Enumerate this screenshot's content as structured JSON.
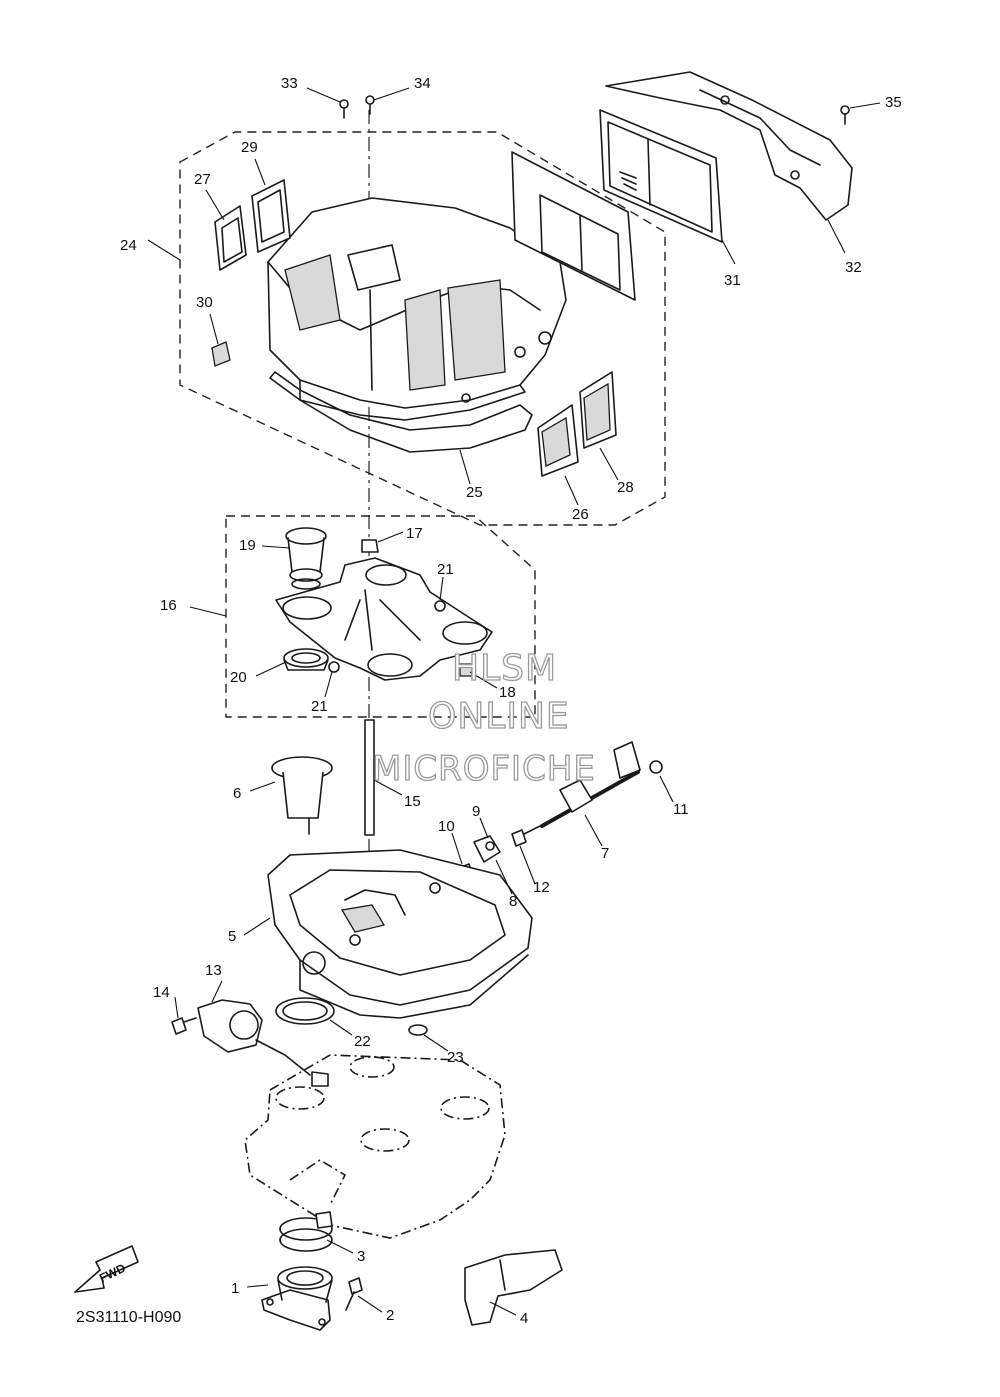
{
  "diagram_code": "2S31110-H090",
  "watermark": [
    "HLSM",
    "ONLINE",
    "MICROFICHE"
  ],
  "direction_label": "FWD",
  "callouts": [
    "1",
    "2",
    "3",
    "4",
    "5",
    "6",
    "7",
    "8",
    "9",
    "10",
    "11",
    "12",
    "13",
    "14",
    "15",
    "16",
    "17",
    "18",
    "19",
    "20",
    "21",
    "21",
    "22",
    "23",
    "24",
    "25",
    "26",
    "27",
    "28",
    "29",
    "30",
    "31",
    "32",
    "33",
    "34",
    "35"
  ]
}
